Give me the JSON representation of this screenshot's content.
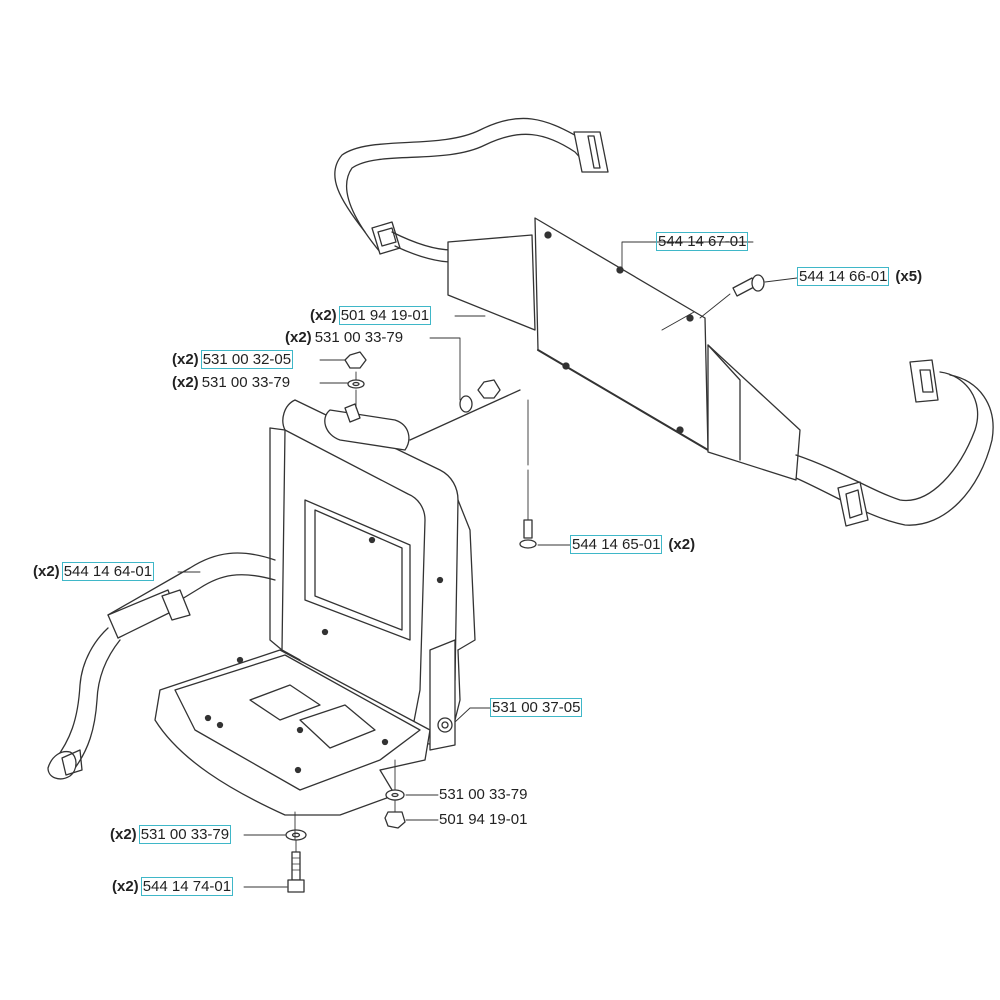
{
  "theme": {
    "link_border": "#3fb7c8",
    "line": "#333333",
    "text": "#222222"
  },
  "parts": [
    {
      "id": "p1",
      "number": "544 14 67-01",
      "qty": "",
      "qty_after": "",
      "linked": true
    },
    {
      "id": "p2",
      "number": "544 14 66-01",
      "qty": "",
      "qty_after": "(x5)",
      "linked": true
    },
    {
      "id": "p3",
      "number": "501 94 19-01",
      "qty": "(x2)",
      "qty_after": "",
      "linked": true
    },
    {
      "id": "p4",
      "number": "531 00 33-79",
      "qty": "(x2)",
      "qty_after": "",
      "linked": false
    },
    {
      "id": "p5",
      "number": "531 00 32-05",
      "qty": "(x2)",
      "qty_after": "",
      "linked": true
    },
    {
      "id": "p6",
      "number": "531 00 33-79",
      "qty": "(x2)",
      "qty_after": "",
      "linked": false
    },
    {
      "id": "p7",
      "number": "544 14 65-01",
      "qty": "",
      "qty_after": "(x2)",
      "linked": true
    },
    {
      "id": "p8",
      "number": "544 14 64-01",
      "qty": "(x2)",
      "qty_after": "",
      "linked": true
    },
    {
      "id": "p9",
      "number": "531 00 37-05",
      "qty": "",
      "qty_after": "",
      "linked": true
    },
    {
      "id": "p10",
      "number": "531 00 33-79",
      "qty": "",
      "qty_after": "",
      "linked": false
    },
    {
      "id": "p11",
      "number": "501 94 19-01",
      "qty": "",
      "qty_after": "",
      "linked": false
    },
    {
      "id": "p12",
      "number": "531 00 33-79",
      "qty": "(x2)",
      "qty_after": "",
      "linked": true
    },
    {
      "id": "p13",
      "number": "544 14 74-01",
      "qty": "(x2)",
      "qty_after": "",
      "linked": true
    }
  ]
}
